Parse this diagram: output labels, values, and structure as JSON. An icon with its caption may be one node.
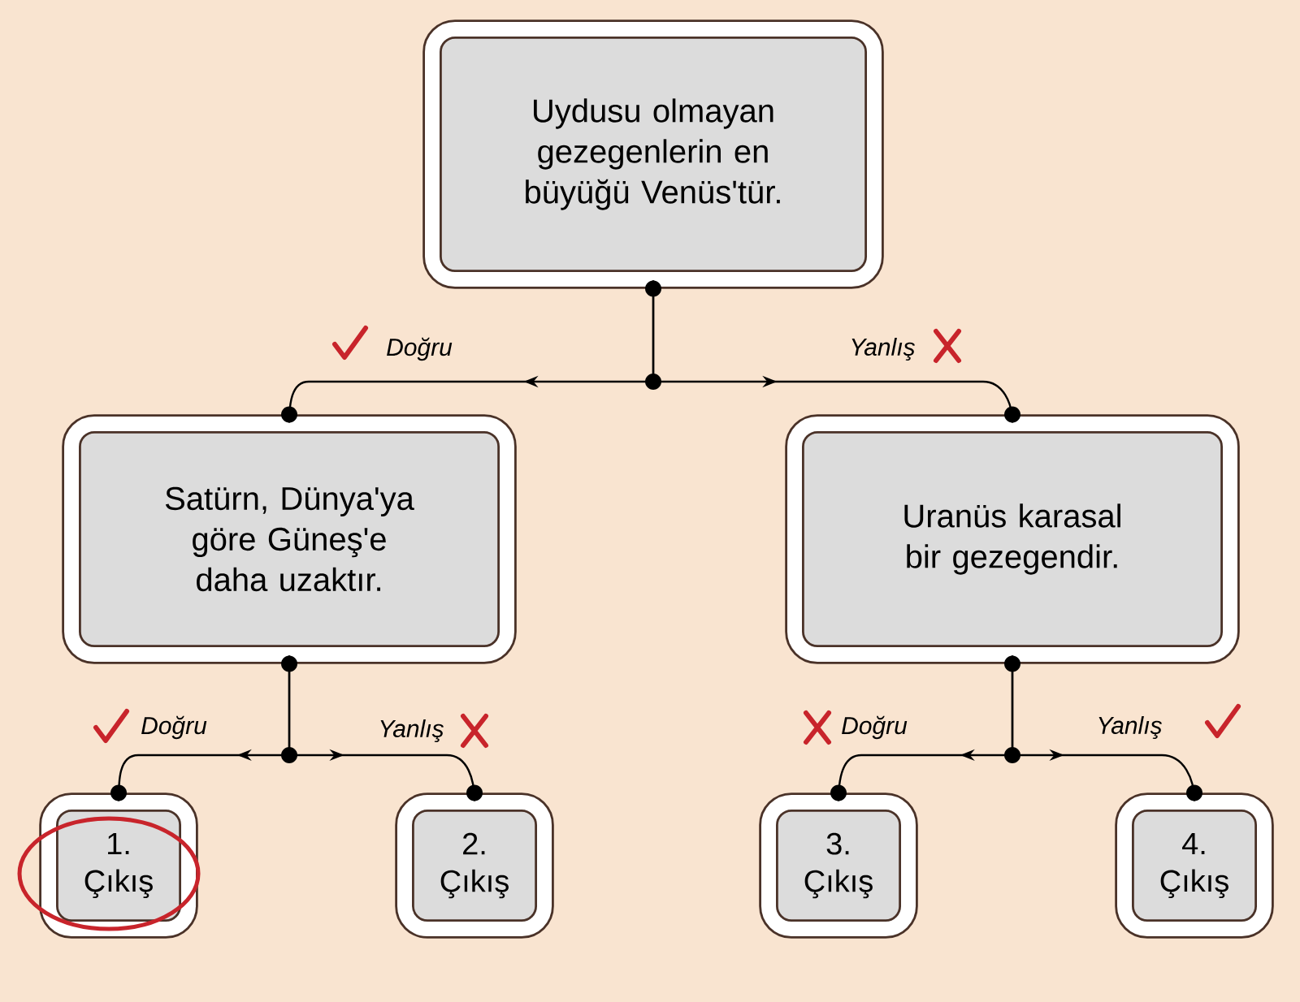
{
  "diagram": {
    "nodes": [
      {
        "text": [
          "Uydusu olmayan gezegenlerin en büyüğü Venüs'tür."
        ]
      },
      {
        "text": [
          "Satürn, Dünya'ya göre Güneş'e daha uzaktır."
        ]
      },
      {
        "text": [
          "Uranüs karasal bir gezegendir."
        ]
      },
      {
        "text": [
          "1. Çıkış"
        ]
      },
      {
        "text": [
          "2. Çıkış"
        ]
      },
      {
        "text": [
          "3. Çıkış"
        ]
      },
      {
        "text": [
          "4. Çıkış"
        ]
      }
    ],
    "edges": [
      {
        "from": 0,
        "to": 1,
        "arrow": "to",
        "label": "Doğru"
      },
      {
        "from": 0,
        "to": 2,
        "arrow": "to",
        "label": "Yanlış"
      },
      {
        "from": 1,
        "to": 3,
        "arrow": "to",
        "label": "Doğru"
      },
      {
        "from": 1,
        "to": 4,
        "arrow": "to",
        "label": "Yanlış"
      },
      {
        "from": 2,
        "to": 5,
        "arrow": "to",
        "label": "Doğru"
      },
      {
        "from": 2,
        "to": 6,
        "arrow": "to",
        "label": "Yanlış"
      }
    ]
  }
}
